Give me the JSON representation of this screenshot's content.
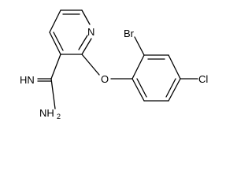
{
  "atoms": {
    "ring_nitrogen": "N",
    "bromine": "Br",
    "chlorine": "Cl",
    "ether_oxygen": "O",
    "imine": "HN",
    "amine_main": "NH",
    "amine_sub": "2"
  }
}
